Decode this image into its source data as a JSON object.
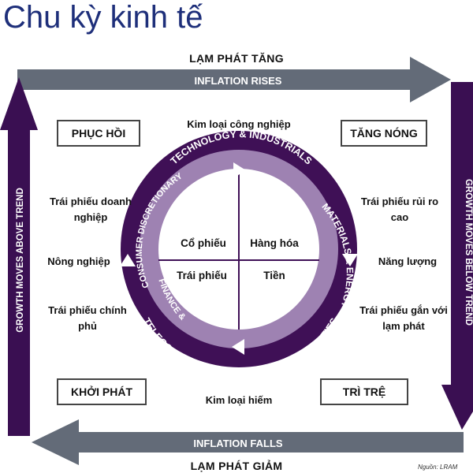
{
  "title": "Chu kỳ kinh tế",
  "top_label": "LẠM PHÁT TĂNG",
  "top_arrow_text": "INFLATION RISES",
  "bottom_label": "LẠM PHÁT GIẢM",
  "bottom_arrow_text": "INFLATION FALLS",
  "left_arrow_text": "GROWTH MOVES ABOVE TREND",
  "right_arrow_text": "GROWTH MOVES BELOW TREND",
  "phases": {
    "recovery": "PHỤC HỒI",
    "overheat": "TĂNG NÓNG",
    "reflation": "KHỞI PHÁT",
    "stagflation": "TRÌ TRỆ"
  },
  "labels": {
    "industrial_metals": "Kim loại công nghiệp",
    "precious_metals": "Kim loại hiếm",
    "corporate_bonds": "Trái phiếu doanh nghiệp",
    "agriculture": "Nông nghiệp",
    "government_bonds": "Trái phiếu chính phủ",
    "high_yield_bonds": "Trái phiếu rủi ro cao",
    "energy": "Năng lượng",
    "inflation_linked_bonds": "Trái phiếu gắn với lạm phát"
  },
  "quadrants": {
    "stocks": "Cổ phiếu",
    "commodities": "Hàng hóa",
    "bonds": "Trái phiếu",
    "cash": "Tiền"
  },
  "ring": {
    "top": "TECHNOLOGY & INDUSTRIALS",
    "inner_left": "CONSUMER DISCRETIONARY",
    "right": "MATERIALS & ENERGY",
    "bottom_left": "FINANCE &",
    "bottom": "TELECOM, STAPLES, HEALTHCARE & UTILITIES"
  },
  "source": "Nguồn: LRAM",
  "colors": {
    "title": "#1e2f7a",
    "horizontal_arrow": "#636b78",
    "vertical_arrow": "#3a0f52",
    "ring_outer": "#3f1056",
    "ring_inner": "#d9c9e3",
    "ring_band": "#9e82b2"
  }
}
